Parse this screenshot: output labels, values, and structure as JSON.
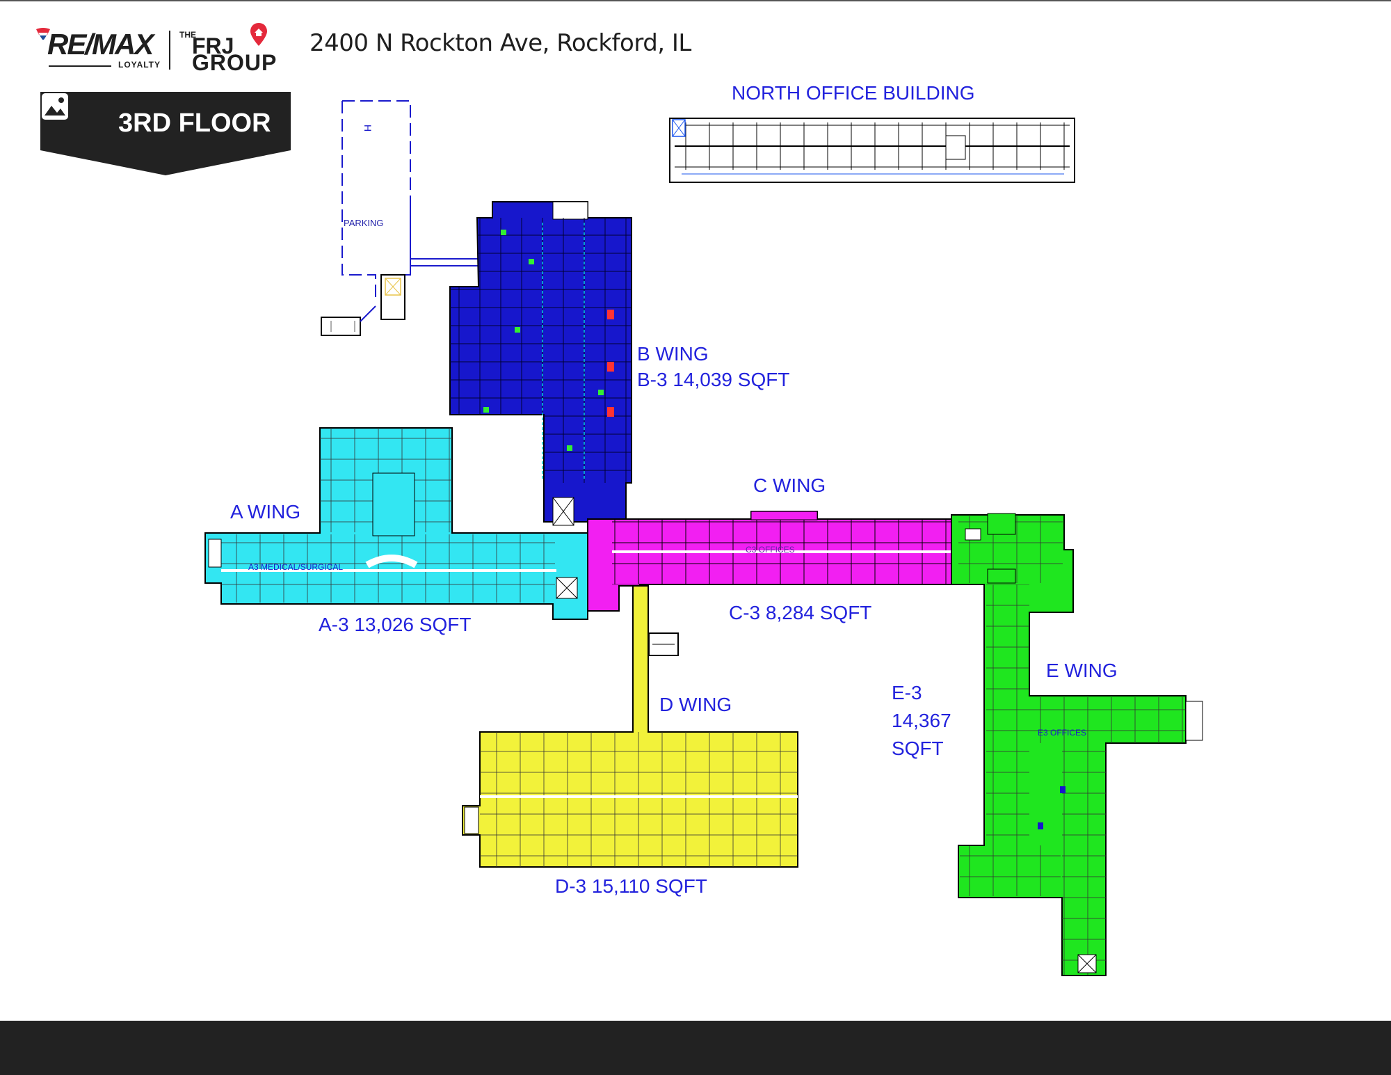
{
  "header": {
    "brand_primary": "RE/MAX",
    "brand_primary_sub": "LOYALTY",
    "brand_secondary_the": "THE",
    "brand_secondary_top": "FRJ",
    "brand_secondary_bottom": "GROUP",
    "address": "2400 N Rockton Ave, Rockford, IL",
    "floor": "3RD FLOOR"
  },
  "buildings": {
    "north_office": "NORTH OFFICE BUILDING",
    "parking": "PARKING",
    "helipad": "H"
  },
  "wings": {
    "a": {
      "title": "A WING",
      "area": "A-3 13,026 SQFT",
      "unit": "A3 MEDICAL/SURGICAL"
    },
    "b": {
      "title": "B WING",
      "area": "B-3 14,039 SQFT"
    },
    "c": {
      "title": "C WING",
      "area": "C-3 8,284 SQFT",
      "unit": "C3 OFFICES"
    },
    "d": {
      "title": "D WING",
      "area": "D-3 15,110 SQFT"
    },
    "e": {
      "title": "E WING",
      "area_line1": "E-3",
      "area_line2": "14,367",
      "area_line3": "SQFT",
      "unit": "E3 OFFICES"
    }
  },
  "colors": {
    "a_wing": "#33e6f2",
    "b_wing": "#1717cc",
    "c_wing": "#f21ff2",
    "d_wing": "#f2f23a",
    "e_wing": "#1fe61f",
    "label_blue": "#2222dd",
    "badge": "#222222",
    "footer": "#222222",
    "brand_red": "#e4293b",
    "brand_blue": "#1f4d99"
  }
}
